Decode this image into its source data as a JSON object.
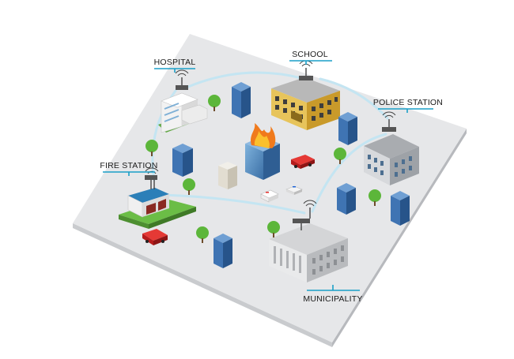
{
  "diagram": {
    "labels": {
      "hospital": "HOSPITAL",
      "school": "SCHOOL",
      "police": "POLICE STATION",
      "fire": "FIRE STATION",
      "municipality": "MUNICIPALITY"
    },
    "colors": {
      "ground": "#e6e7e9",
      "ground_edge": "#c9cbce",
      "link": "#bfe3f1",
      "accent": "#1a9fc8",
      "tree": "#5cb63a",
      "tower": "#3b6fb0"
    },
    "icons": [
      "antenna-icon",
      "tree-icon",
      "fire-truck-icon",
      "flame-icon",
      "ambulance-icon",
      "police-car-icon",
      "office-tower-icon"
    ]
  }
}
